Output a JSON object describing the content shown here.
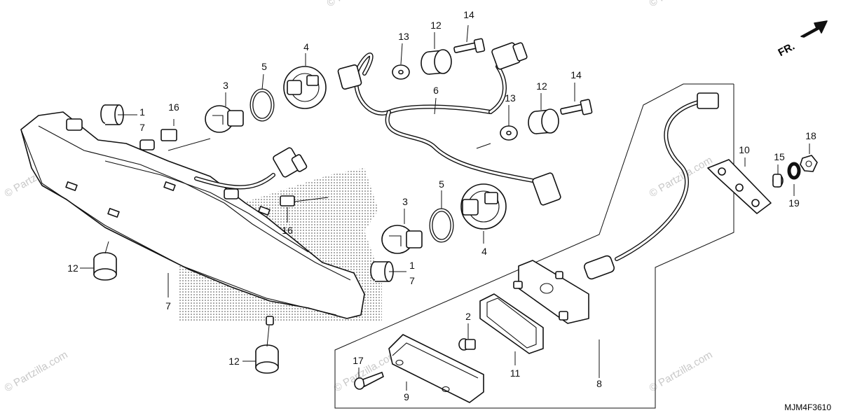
{
  "callouts": [
    {
      "id": "c1a",
      "text": "1"
    },
    {
      "id": "c7a",
      "text": "7"
    },
    {
      "id": "c16a",
      "text": "16"
    },
    {
      "id": "c3a",
      "text": "3"
    },
    {
      "id": "c5a",
      "text": "5"
    },
    {
      "id": "c4a",
      "text": "4"
    },
    {
      "id": "c13a",
      "text": "13"
    },
    {
      "id": "c12a",
      "text": "12"
    },
    {
      "id": "c14a",
      "text": "14"
    },
    {
      "id": "c6",
      "text": "6"
    },
    {
      "id": "c13b",
      "text": "13"
    },
    {
      "id": "c12b",
      "text": "12"
    },
    {
      "id": "c14b",
      "text": "14"
    },
    {
      "id": "c16b",
      "text": "16"
    },
    {
      "id": "c3b",
      "text": "3"
    },
    {
      "id": "c5b",
      "text": "5"
    },
    {
      "id": "c4b",
      "text": "4"
    },
    {
      "id": "c1b",
      "text": "1"
    },
    {
      "id": "c7b",
      "text": "7"
    },
    {
      "id": "c12c",
      "text": "12"
    },
    {
      "id": "c7c",
      "text": "7"
    },
    {
      "id": "c12d",
      "text": "12"
    },
    {
      "id": "c10",
      "text": "10"
    },
    {
      "id": "c15",
      "text": "15"
    },
    {
      "id": "c18",
      "text": "18"
    },
    {
      "id": "c19",
      "text": "19"
    },
    {
      "id": "c2",
      "text": "2"
    },
    {
      "id": "c17",
      "text": "17"
    },
    {
      "id": "c11",
      "text": "11"
    },
    {
      "id": "c8",
      "text": "8"
    },
    {
      "id": "c9",
      "text": "9"
    }
  ],
  "front_indicator": "FR.",
  "diagram_code": "MJM4F3610",
  "watermark": "© Partzilla.com"
}
